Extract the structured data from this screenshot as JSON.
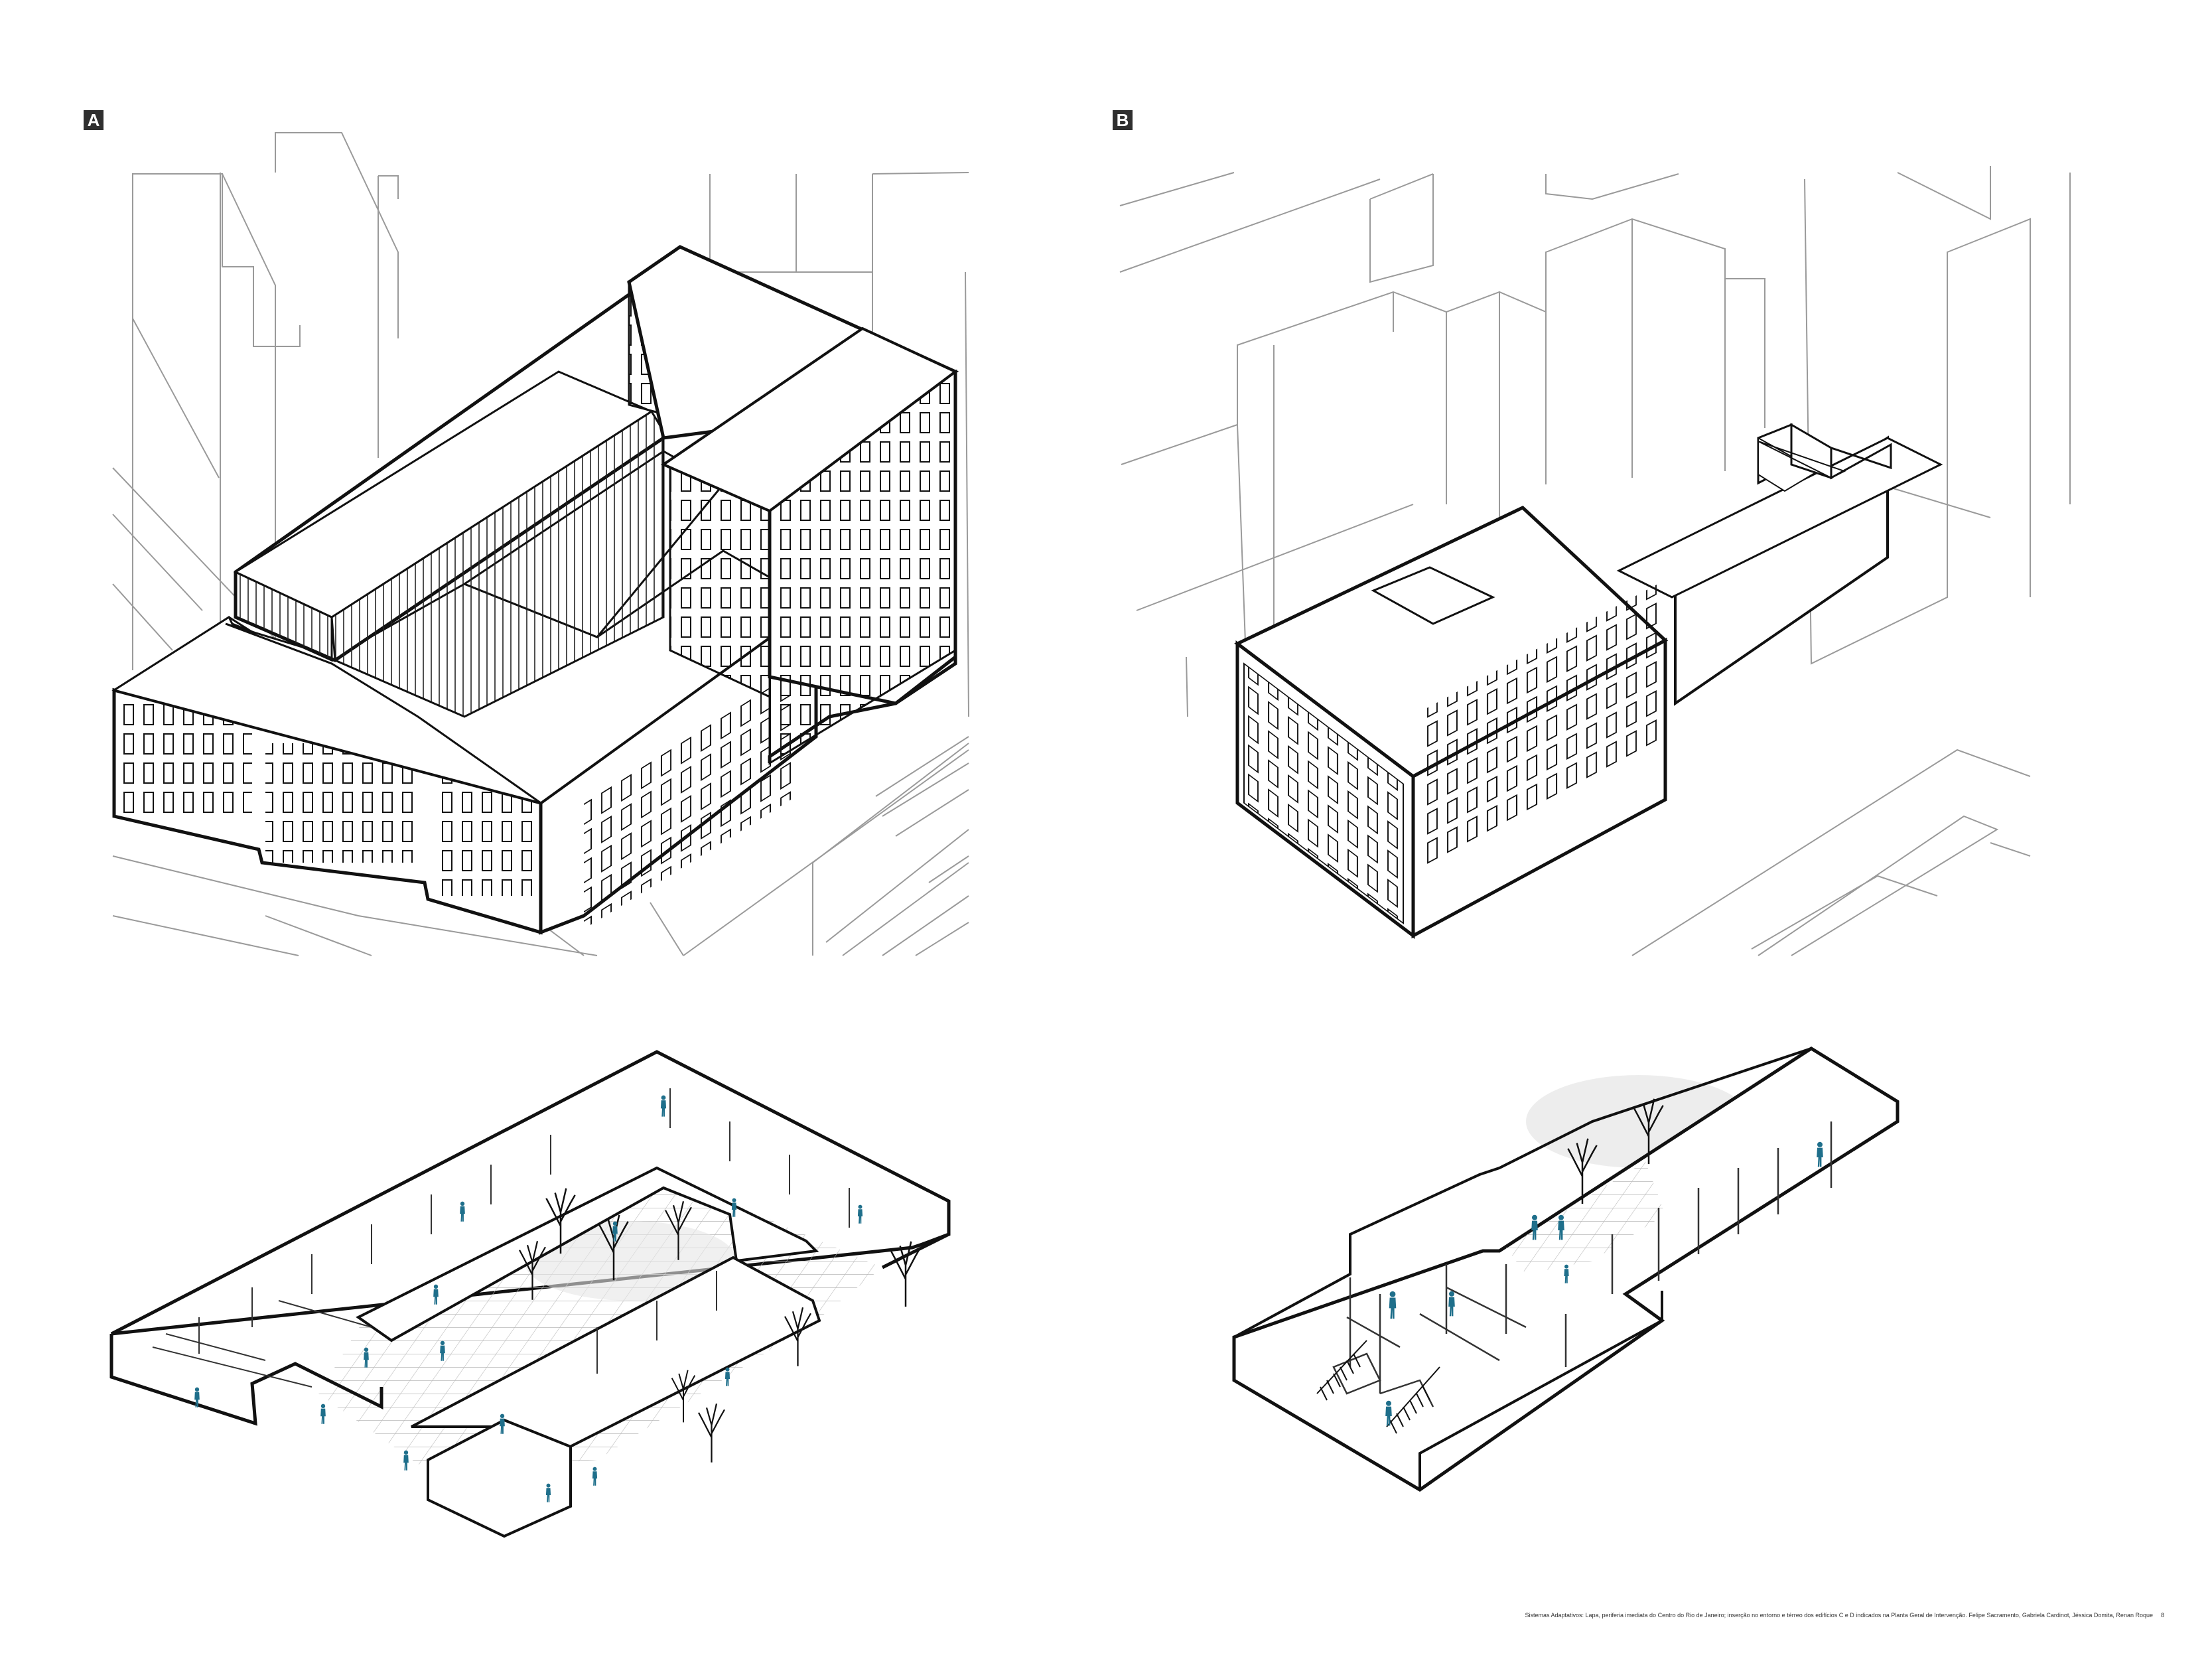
{
  "panels": [
    {
      "label": "A"
    },
    {
      "label": "B"
    }
  ],
  "caption": {
    "text": "Sistemas Adaptativos: Lapa, periferia imediata do Centro do Rio de Janeiro; inserção no entorno e térreo dos edifícios C e D indicados na Planta Geral de Intervenção. Felipe Sacramento, Gabriela Cardinot, Jéssica Domita, Renan Roque",
    "page_number": "8"
  },
  "colors": {
    "line": "#111111",
    "context_line": "#9a9a9a",
    "pattern_line": "#bdbdbd",
    "accent_people": "#1f6f8b",
    "shadow": "#e6e6e6"
  },
  "icons": [
    "person-figure-icon",
    "tree-icon"
  ]
}
